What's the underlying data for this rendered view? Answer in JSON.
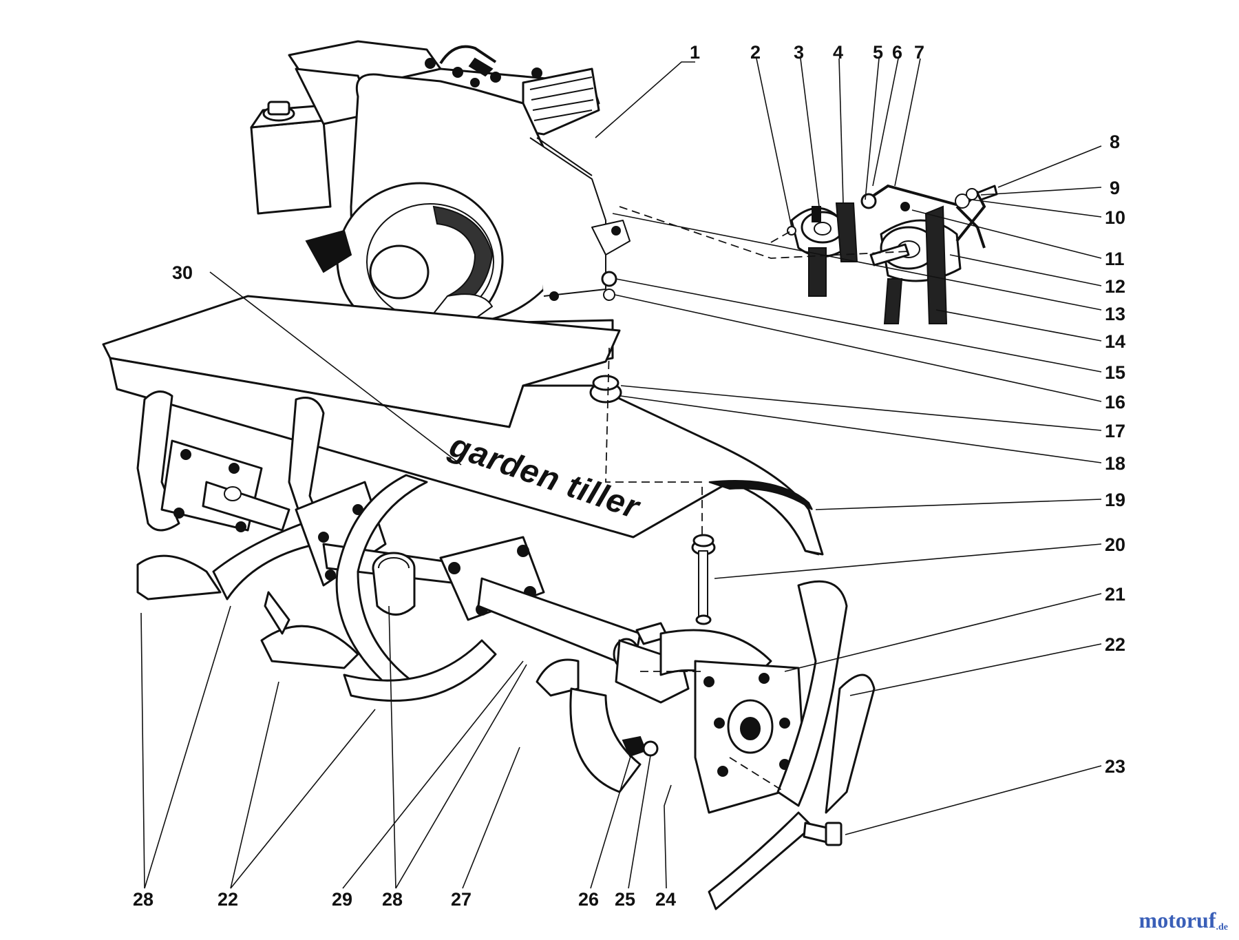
{
  "cover_text": "garden tiller",
  "watermark": {
    "brand": "motoruf",
    "accent": "",
    "tld": ".de"
  },
  "colors": {
    "line": "#111111",
    "background": "#ffffff",
    "watermark_blue": "#3a5fb8",
    "watermark_orange": "#e06a1a"
  },
  "callouts": [
    {
      "id": "1",
      "label": "1"
    },
    {
      "id": "2",
      "label": "2"
    },
    {
      "id": "3",
      "label": "3"
    },
    {
      "id": "4",
      "label": "4"
    },
    {
      "id": "5",
      "label": "5"
    },
    {
      "id": "6",
      "label": "6"
    },
    {
      "id": "7",
      "label": "7"
    },
    {
      "id": "8",
      "label": "8"
    },
    {
      "id": "9",
      "label": "9"
    },
    {
      "id": "10",
      "label": "10"
    },
    {
      "id": "11",
      "label": "11"
    },
    {
      "id": "12",
      "label": "12"
    },
    {
      "id": "13",
      "label": "13"
    },
    {
      "id": "14",
      "label": "14"
    },
    {
      "id": "15",
      "label": "15"
    },
    {
      "id": "16",
      "label": "16"
    },
    {
      "id": "17",
      "label": "17"
    },
    {
      "id": "18",
      "label": "18"
    },
    {
      "id": "19",
      "label": "19"
    },
    {
      "id": "20",
      "label": "20"
    },
    {
      "id": "21",
      "label": "21"
    },
    {
      "id": "22r",
      "label": "22"
    },
    {
      "id": "23",
      "label": "23"
    },
    {
      "id": "24",
      "label": "24"
    },
    {
      "id": "25",
      "label": "25"
    },
    {
      "id": "26",
      "label": "26"
    },
    {
      "id": "27",
      "label": "27"
    },
    {
      "id": "28b",
      "label": "28"
    },
    {
      "id": "29",
      "label": "29"
    },
    {
      "id": "22b",
      "label": "22"
    },
    {
      "id": "28a",
      "label": "28"
    },
    {
      "id": "30",
      "label": "30"
    }
  ]
}
